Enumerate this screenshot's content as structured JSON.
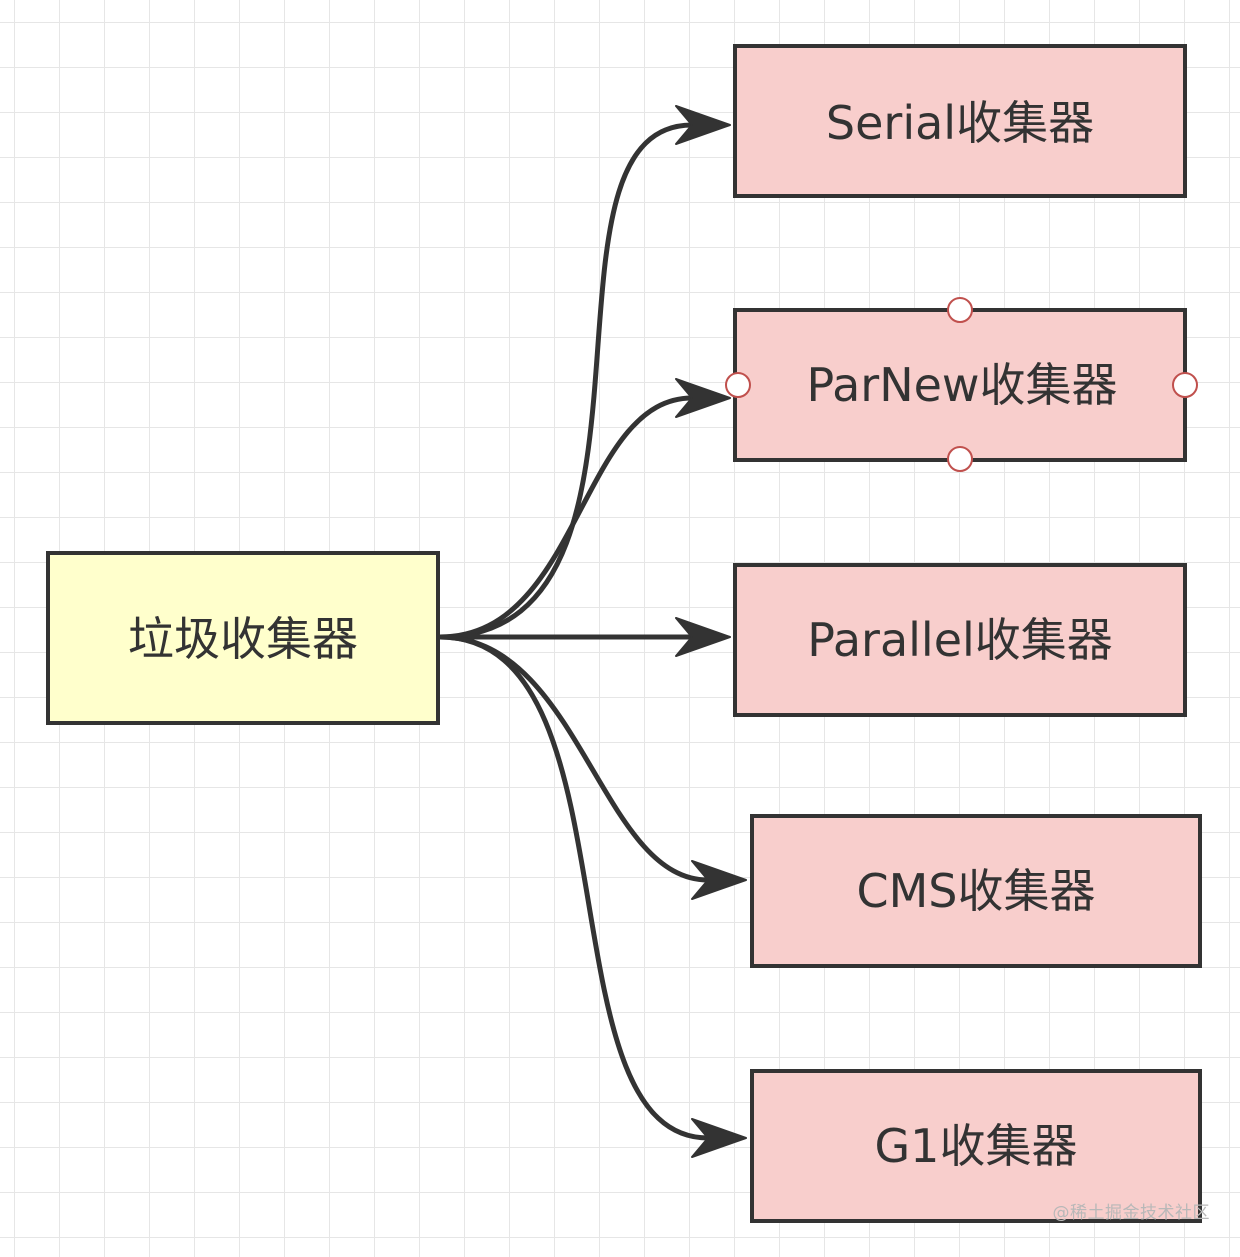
{
  "diagram": {
    "root": {
      "label": "垃圾收集器",
      "fill": "#ffffcc"
    },
    "children": [
      {
        "label": "Serial收集器",
        "fill": "#f8cecc"
      },
      {
        "label": "ParNew收集器",
        "fill": "#f8cecc",
        "selected": true
      },
      {
        "label": "Parallel收集器",
        "fill": "#f8cecc"
      },
      {
        "label": "CMS收集器",
        "fill": "#f8cecc"
      },
      {
        "label": "G1收集器",
        "fill": "#f8cecc"
      }
    ],
    "colors": {
      "stroke": "#333333",
      "grid": "#e6e6e6",
      "selection_handle": "#c0504d"
    }
  },
  "watermark": "@稀土掘金技术社区"
}
